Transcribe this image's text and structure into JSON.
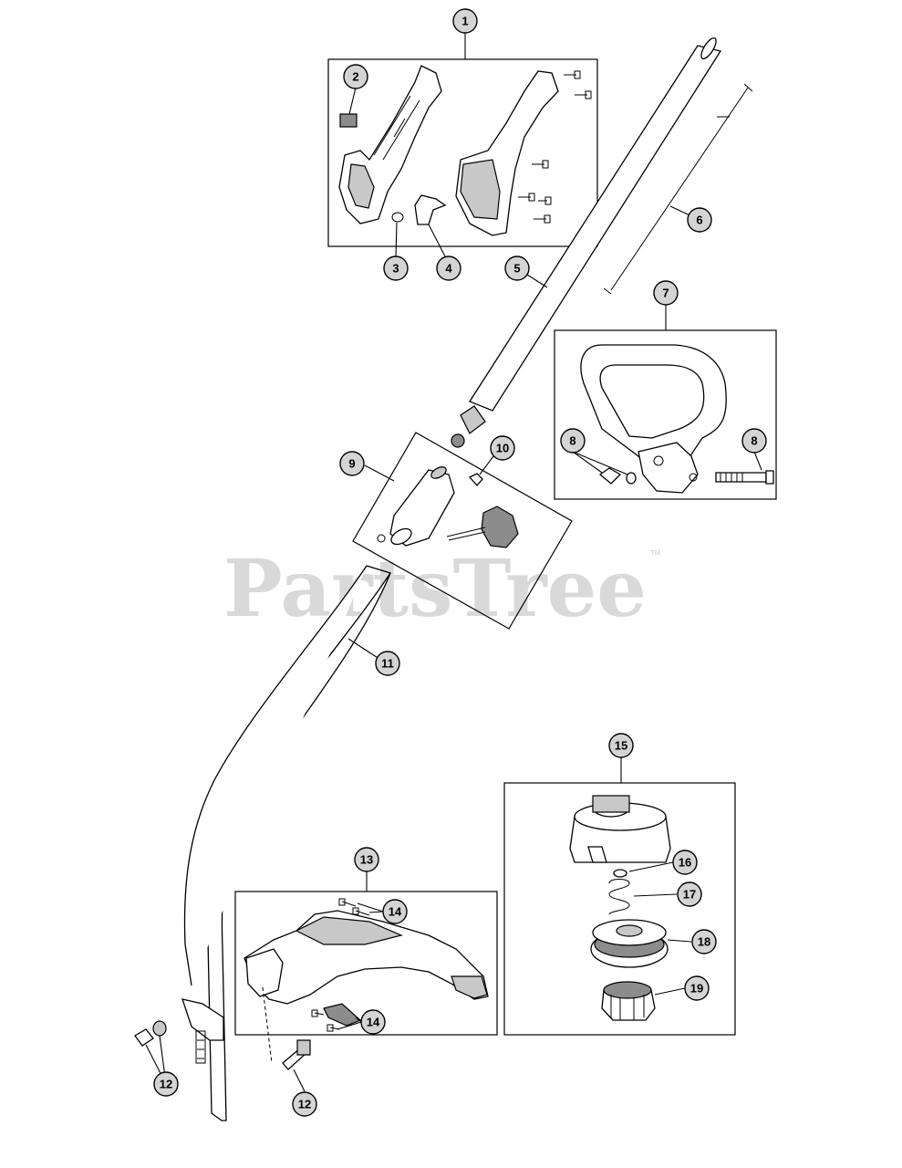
{
  "watermark": {
    "text": "PartsTree",
    "trademark": "™"
  },
  "callouts": [
    "1",
    "2",
    "3",
    "4",
    "5",
    "6",
    "7",
    "8",
    "8",
    "9",
    "10",
    "11",
    "12",
    "12",
    "13",
    "14",
    "14",
    "15",
    "16",
    "17",
    "18",
    "19"
  ]
}
